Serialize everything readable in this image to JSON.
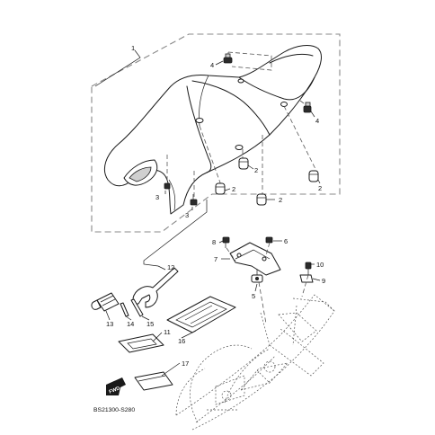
{
  "diagram": {
    "code": "BS21300-S280",
    "fwd_label": "FWD"
  },
  "callouts": [
    {
      "id": "c1",
      "label": "1"
    },
    {
      "id": "c4a",
      "label": "4"
    },
    {
      "id": "c4b",
      "label": "4"
    },
    {
      "id": "c2a",
      "label": "2"
    },
    {
      "id": "c2b",
      "label": "2"
    },
    {
      "id": "c2c",
      "label": "2"
    },
    {
      "id": "c2d",
      "label": "2"
    },
    {
      "id": "c3a",
      "label": "3"
    },
    {
      "id": "c3b",
      "label": "3"
    },
    {
      "id": "c8",
      "label": "8"
    },
    {
      "id": "c6",
      "label": "6"
    },
    {
      "id": "c7",
      "label": "7"
    },
    {
      "id": "c5",
      "label": "5"
    },
    {
      "id": "c10",
      "label": "10"
    },
    {
      "id": "c9",
      "label": "9"
    },
    {
      "id": "c12",
      "label": "12"
    },
    {
      "id": "c13",
      "label": "13"
    },
    {
      "id": "c14",
      "label": "14"
    },
    {
      "id": "c15",
      "label": "15"
    },
    {
      "id": "c11",
      "label": "11"
    },
    {
      "id": "c16",
      "label": "16"
    },
    {
      "id": "c17",
      "label": "17"
    }
  ]
}
